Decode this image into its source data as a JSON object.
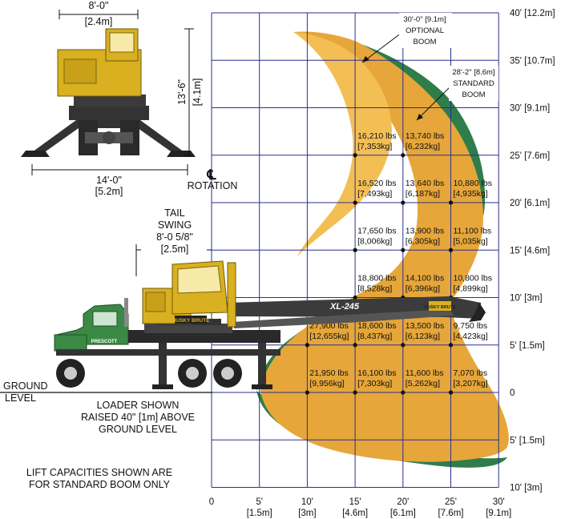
{
  "chart_data": {
    "type": "table",
    "x_ticks": [
      {
        "top": "0",
        "bottom": ""
      },
      {
        "top": "5'",
        "bottom": "[1.5m]"
      },
      {
        "top": "10'",
        "bottom": "[3m]"
      },
      {
        "top": "15'",
        "bottom": "[4.6m]"
      },
      {
        "top": "20'",
        "bottom": "[6.1m]"
      },
      {
        "top": "25'",
        "bottom": "[7.6m]"
      },
      {
        "top": "30'",
        "bottom": "[9.1m]"
      }
    ],
    "y_ticks": [
      "40' [12.2m]",
      "35' [10.7m]",
      "30' [9.1m]",
      "25' [7.6m]",
      "20' [6.1m]",
      "15' [4.6m]",
      "10' [3m]",
      "5' [1.5m]",
      "0",
      "5' [1.5m]",
      "10' [3m]"
    ],
    "y_values": [
      40,
      35,
      30,
      25,
      20,
      15,
      10,
      5,
      0,
      -5,
      -10
    ],
    "xlim": [
      0,
      30
    ],
    "ylim": [
      -10,
      40
    ],
    "grid": true,
    "capacities": [
      {
        "x": 15,
        "y": 25,
        "lbs": "16,210 lbs",
        "kg": "[7,353kg]"
      },
      {
        "x": 20,
        "y": 25,
        "lbs": "13,740 lbs",
        "kg": "[6,232kg]"
      },
      {
        "x": 15,
        "y": 20,
        "lbs": "16,520 lbs",
        "kg": "[7,493kg]"
      },
      {
        "x": 20,
        "y": 20,
        "lbs": "13,640 lbs",
        "kg": "[6,187kg]"
      },
      {
        "x": 25,
        "y": 20,
        "lbs": "10,880 lbs",
        "kg": "[4,935kg]"
      },
      {
        "x": 15,
        "y": 15,
        "lbs": "17,650 lbs",
        "kg": "[8,006kg]"
      },
      {
        "x": 20,
        "y": 15,
        "lbs": "13,900 lbs",
        "kg": "[6,305kg]"
      },
      {
        "x": 25,
        "y": 15,
        "lbs": "11,100 lbs",
        "kg": "[5,035kg]"
      },
      {
        "x": 15,
        "y": 10,
        "lbs": "18,800 lbs",
        "kg": "[8,528kg]"
      },
      {
        "x": 20,
        "y": 10,
        "lbs": "14,100 lbs",
        "kg": "[6,396kg]"
      },
      {
        "x": 25,
        "y": 10,
        "lbs": "10,800 lbs",
        "kg": "[4,899kg]"
      },
      {
        "x": 10,
        "y": 5,
        "lbs": "27,900 lbs",
        "kg": "[12,655kg]"
      },
      {
        "x": 15,
        "y": 5,
        "lbs": "18,600 lbs",
        "kg": "[8,437kg]"
      },
      {
        "x": 20,
        "y": 5,
        "lbs": "13,500 lbs",
        "kg": "[6,123kg]"
      },
      {
        "x": 25,
        "y": 5,
        "lbs": "9,750 lbs",
        "kg": "[4,423kg]"
      },
      {
        "x": 10,
        "y": 0,
        "lbs": "21,950 lbs",
        "kg": "[9,956kg]"
      },
      {
        "x": 15,
        "y": 0,
        "lbs": "16,100 lbs",
        "kg": "[7,303kg]"
      },
      {
        "x": 20,
        "y": 0,
        "lbs": "11,600 lbs",
        "kg": "[5,262kg]"
      },
      {
        "x": 25,
        "y": 0,
        "lbs": "7,070 lbs",
        "kg": "[3,207kg]"
      }
    ]
  },
  "callouts": {
    "optional_boom": [
      "30'-0\" [9.1m]",
      "OPTIONAL",
      "BOOM"
    ],
    "standard_boom": [
      "28'-2\" [8.6m]",
      "STANDARD",
      "BOOM"
    ]
  },
  "labels": {
    "width_top": "8'-0\"",
    "width_top_m": "[2.4m]",
    "height": "13'-6\"",
    "height_m": "[4.1m]",
    "width_bottom": "14'-0\"",
    "width_bottom_m": "[5.2m]",
    "cl_symbol": "℄",
    "rotation": "ROTATION",
    "tail_swing": [
      "TAIL",
      "SWING",
      "8'-0 5/8\"",
      "[2.5m]"
    ],
    "ground_level": [
      "GROUND",
      "LEVEL"
    ],
    "loader_note": [
      "LOADER SHOWN",
      "RAISED 40\" [1m] ABOVE",
      "GROUND LEVEL"
    ],
    "capacity_note": [
      "LIFT CAPACITIES SHOWN ARE",
      "FOR STANDARD BOOM ONLY"
    ]
  },
  "equipment_text": {
    "boom_model": "XL-245",
    "cab_brand": "HUSKY BRUTE",
    "boom_brand": "HUSKY BRUTE",
    "truck_brand": "PRESCOTT"
  },
  "colors": {
    "grid": "#2b2f8f",
    "optional_range": "#2e7d4a",
    "standard_range": "#e6a63a",
    "standard_range_upper": "#f3bf55",
    "machine_yellow": "#d9b01f",
    "truck_green": "#3a8a45",
    "dark": "#222222"
  }
}
